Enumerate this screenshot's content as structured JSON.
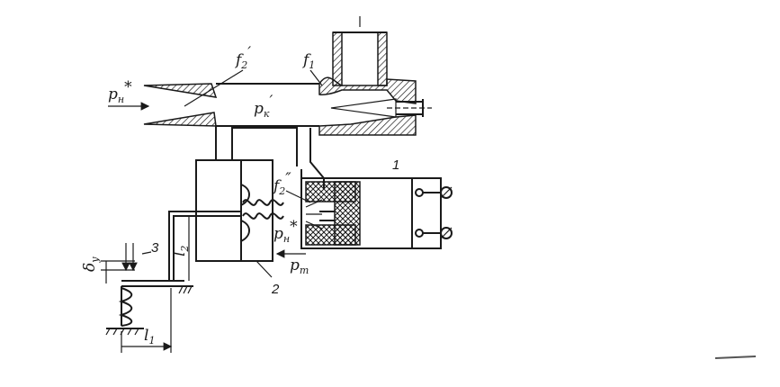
{
  "labels": {
    "f2_prime": "f",
    "f2_prime_sub": "2",
    "f2_prime_mark": "′",
    "f1": "f",
    "f1_sub": "1",
    "pn_star": "p",
    "pn_star_sub": "н",
    "pn_star_mark": "*",
    "pk_prime": "p",
    "pk_prime_sub": "к",
    "pk_prime_mark": "′",
    "f2_dprime": "f",
    "f2_dprime_sub": "2",
    "f2_dprime_mark": "″",
    "pn_star_2": "p",
    "pn_star_2_sub": "н",
    "pn_star_2_mark": "*",
    "pt": "p",
    "pt_sub": "т",
    "l2": "l",
    "l2_sub": "2",
    "l1": "l",
    "l1_sub": "1",
    "delta_y": "δ",
    "delta_y_sub": "y"
  },
  "callouts": {
    "one": "1",
    "two": "2",
    "three": "3"
  }
}
